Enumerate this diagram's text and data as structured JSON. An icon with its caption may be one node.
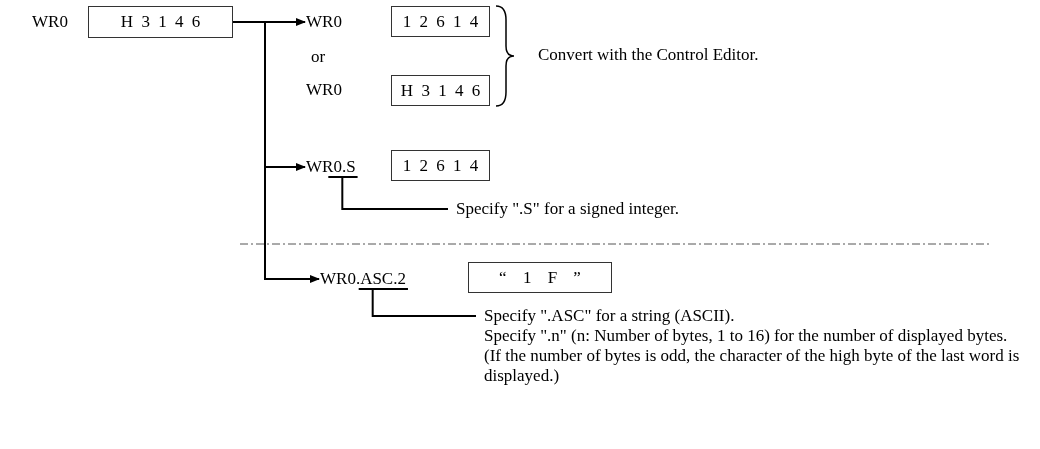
{
  "diagram": {
    "nodes": [
      {
        "text": [
          "H 3 1 4 6"
        ],
        "beside": [
          "WR0"
        ]
      },
      {
        "text": [
          "WR0"
        ]
      },
      {
        "text": [
          "1 2 6 1 4"
        ]
      },
      {
        "text": [
          "H 3 1 4 6"
        ],
        "beside": [
          "WR0"
        ]
      },
      {
        "text": [
          "WR0.S"
        ]
      },
      {
        "text": [
          "1 2 6 1 4"
        ]
      },
      {
        "text": [
          "Specify \".S\" for a signed integer."
        ]
      },
      {
        "text": [
          "WR0.ASC.2"
        ]
      },
      {
        "text": [
          "“ 1 F ”"
        ]
      },
      {
        "text": [
          "Specify \".ASC\" for a string (ASCII).",
          "Specify \".n\" (n: Number of bytes, 1 to 16) for the number of displayed bytes.",
          "(If the number of bytes is odd, the character of the high byte of the last word is displayed.)"
        ]
      }
    ],
    "edges": [
      {
        "from": 0,
        "to": 1,
        "arrow": "to"
      },
      {
        "from": 0,
        "to": 4,
        "arrow": "to"
      },
      {
        "from": 0,
        "to": 7,
        "arrow": "to"
      },
      {
        "from": 6,
        "to": 4,
        "arrow": "none"
      },
      {
        "from": 9,
        "to": 7,
        "arrow": "none"
      }
    ],
    "labels": [
      "or",
      "Convert with the Control Editor."
    ]
  }
}
